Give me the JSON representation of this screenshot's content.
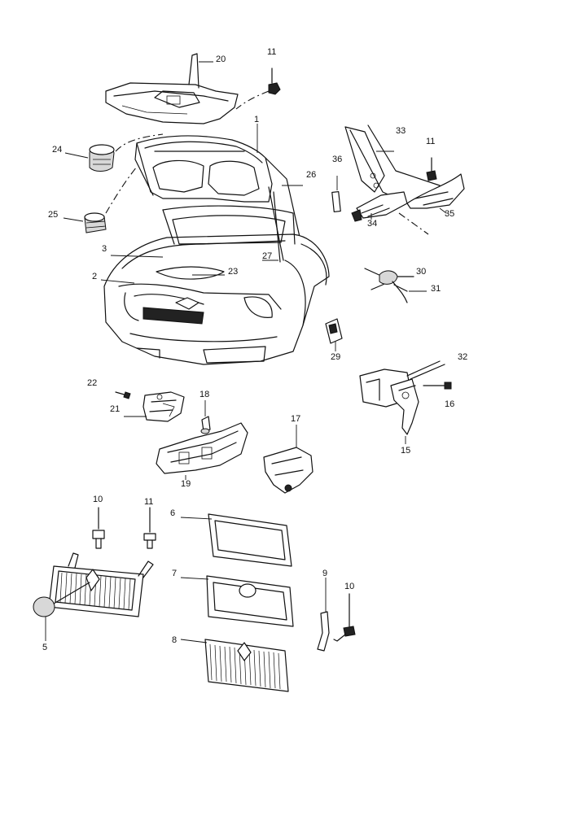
{
  "callouts": {
    "c1": "1",
    "c2": "2",
    "c3": "3",
    "c5": "5",
    "c6": "6",
    "c7": "7",
    "c8": "8",
    "c9": "9",
    "c10a": "10",
    "c10b": "10",
    "c11a": "11",
    "c11b": "11",
    "c11c": "11",
    "c15": "15",
    "c16": "16",
    "c17": "17",
    "c18": "18",
    "c19": "19",
    "c20": "20",
    "c21": "21",
    "c22": "22",
    "c23": "23",
    "c24": "24",
    "c25": "25",
    "c26": "26",
    "c27": "27",
    "c29": "29",
    "c30": "30",
    "c31": "31",
    "c32": "32",
    "c33": "33",
    "c34": "34",
    "c35": "35",
    "c36": "36"
  },
  "colors": {
    "line": "#111111",
    "background": "#ffffff",
    "shade": "#d8d8d8"
  }
}
